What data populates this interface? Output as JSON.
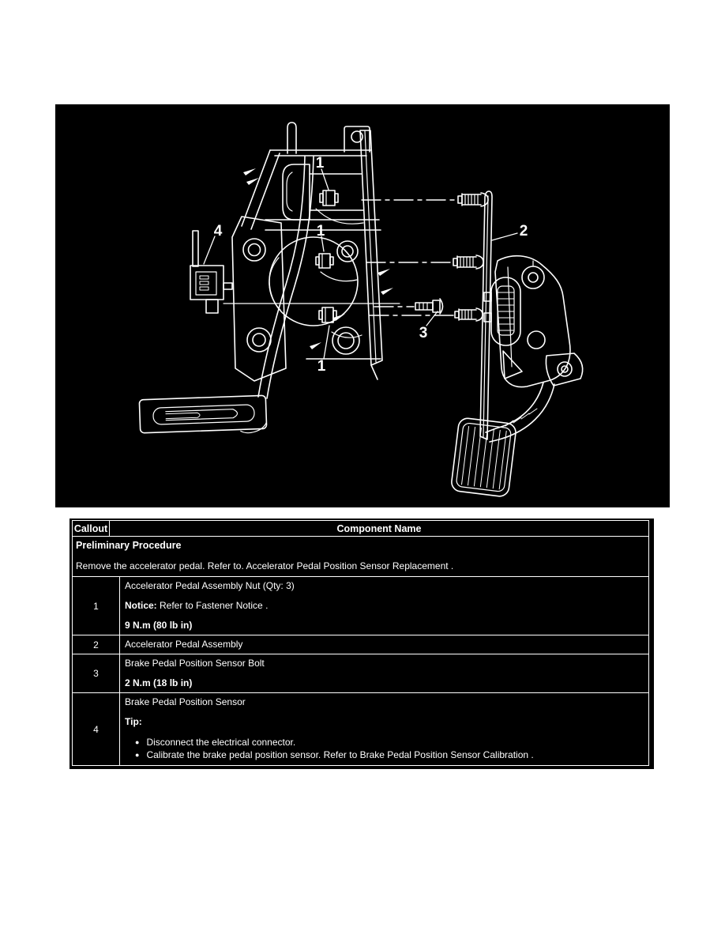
{
  "colors": {
    "page_bg": "#ffffff",
    "diagram_bg": "#000000",
    "diagram_line": "#ffffff",
    "table_bg": "#000000",
    "table_border": "#ffffff",
    "table_text": "#ffffff"
  },
  "diagram": {
    "description": "Exploded line illustration of the brake pedal bracket, brake pedal, accelerator pedal assembly, mounting studs, sensor bolt and brake pedal position sensor",
    "callouts": [
      {
        "id": "1a",
        "label": "1"
      },
      {
        "id": "1b",
        "label": "1"
      },
      {
        "id": "4",
        "label": "4"
      },
      {
        "id": "2",
        "label": "2"
      },
      {
        "id": "3",
        "label": "3"
      },
      {
        "id": "1c",
        "label": "1"
      }
    ]
  },
  "table": {
    "header": {
      "callout": "Callout",
      "component": "Component Name"
    },
    "preliminary": {
      "title": "Preliminary Procedure",
      "text": "Remove the accelerator pedal. Refer to. Accelerator Pedal Position Sensor Replacement ."
    },
    "rows": [
      {
        "callout": "1",
        "line1": "Accelerator Pedal Assembly Nut (Qty: 3)",
        "notice_label": "Notice:",
        "notice_text": " Refer to  Fastener Notice .",
        "torque": "9 N.m (80 lb in)"
      },
      {
        "callout": "2",
        "line1": "Accelerator Pedal Assembly"
      },
      {
        "callout": "3",
        "line1": "Brake Pedal Position Sensor Bolt",
        "torque": "2 N.m (18 lb in)"
      },
      {
        "callout": "4",
        "line1": "Brake Pedal Position Sensor",
        "tip_label": "Tip:",
        "bullet1": "Disconnect the electrical connector.",
        "bullet2": "Calibrate the brake pedal position sensor. Refer to  Brake Pedal Position Sensor Calibration ."
      }
    ]
  }
}
